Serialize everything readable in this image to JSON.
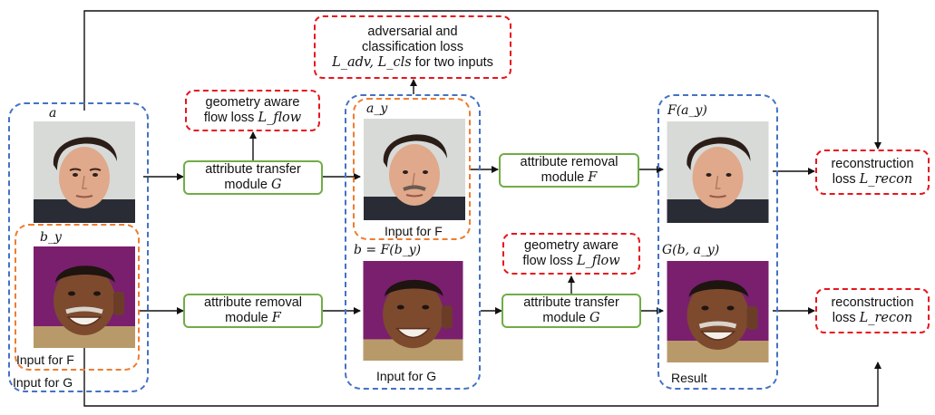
{
  "modules": {
    "transfer_top": {
      "line1": "attribute transfer",
      "line2_text": "module ",
      "line2_var": "G"
    },
    "removal_top": {
      "line1": "attribute removal",
      "line2_text": "module ",
      "line2_var": "F"
    },
    "removal_bottom": {
      "line1": "attribute removal",
      "line2_text": "module ",
      "line2_var": "F"
    },
    "transfer_bottom": {
      "line1": "attribute transfer",
      "line2_text": "module ",
      "line2_var": "G"
    }
  },
  "losses": {
    "flow_top": {
      "line1": "geometry aware",
      "line2_text": "flow loss ",
      "line2_var": "L_flow"
    },
    "adv": {
      "line1": "adversarial and",
      "line2": "classification loss",
      "line3_var": "L_adv, L_cls",
      "line3_text": " for two inputs"
    },
    "flow_bottom": {
      "line1": "geometry aware",
      "line2_text": "flow loss ",
      "line2_var": "L_flow"
    },
    "recon_top": {
      "line1": "reconstruction",
      "line2_text": "loss ",
      "line2_var": "L_recon"
    },
    "recon_bottom": {
      "line1": "reconstruction",
      "line2_text": "loss ",
      "line2_var": "L_recon"
    }
  },
  "math_labels": {
    "a": "a",
    "b_y": "b_y",
    "a_y": "a_y",
    "b_eq": "b = F(b_y)",
    "f_ay": "F(a_y)",
    "g_b_ay": "G(b, a_y)"
  },
  "captions": {
    "input_for_f_left": "Input for F",
    "input_for_g_left": "Input for G",
    "input_for_f_mid": "Input for F",
    "input_for_g_mid": "Input for G",
    "result": "Result"
  },
  "colors": {
    "module_border": "#70ad47",
    "loss_border": "#e8141c",
    "group_blue": "#4472c4",
    "group_orange": "#ed7d31"
  }
}
